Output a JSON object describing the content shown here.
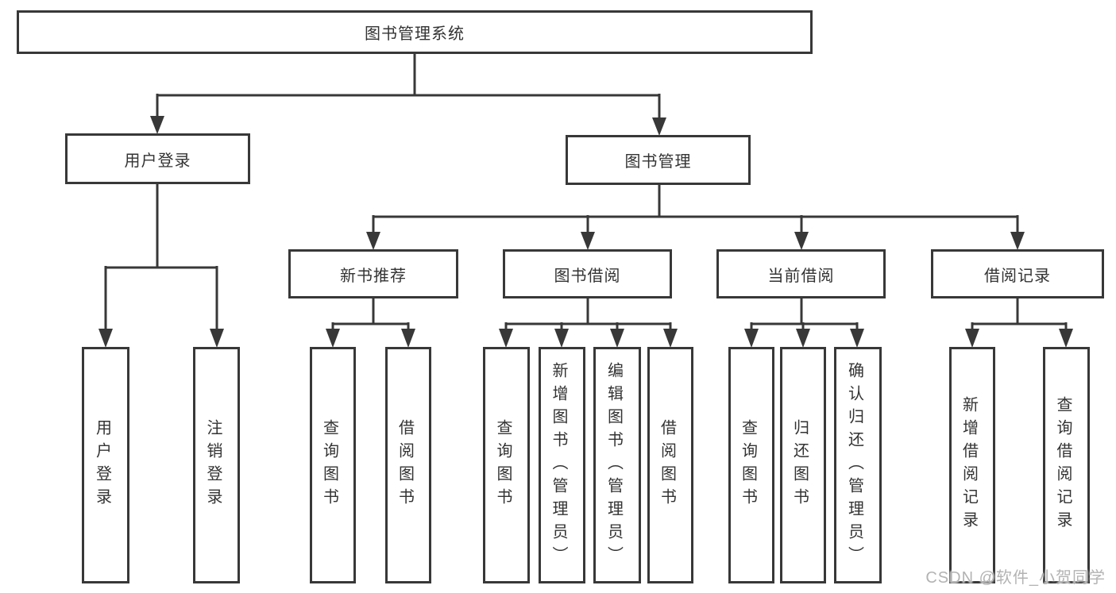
{
  "tree": {
    "label": "图书管理系统",
    "children": [
      {
        "label": "用户登录",
        "children": [
          {
            "label": "用户登录"
          },
          {
            "label": "注销登录"
          }
        ]
      },
      {
        "label": "图书管理",
        "children": [
          {
            "label": "新书推荐",
            "children": [
              {
                "label": "查询图书"
              },
              {
                "label": "借阅图书"
              }
            ]
          },
          {
            "label": "图书借阅",
            "children": [
              {
                "label": "查询图书"
              },
              {
                "label": "新增图书（管理员）"
              },
              {
                "label": "编辑图书（管理员）"
              },
              {
                "label": "借阅图书"
              }
            ]
          },
          {
            "label": "当前借阅",
            "children": [
              {
                "label": "查询图书"
              },
              {
                "label": "归还图书"
              },
              {
                "label": "确认归还（管理员）"
              }
            ]
          },
          {
            "label": "借阅记录",
            "children": [
              {
                "label": "新增借阅记录"
              },
              {
                "label": "查询借阅记录"
              }
            ]
          }
        ]
      }
    ]
  },
  "watermark": {
    "text": "CSDN @软件_小贺同学"
  },
  "colors": {
    "line": "#383838",
    "text": "#333333",
    "box_background": "#ffffff",
    "page_background": "#ffffff",
    "watermark": "#b3b3b3"
  }
}
